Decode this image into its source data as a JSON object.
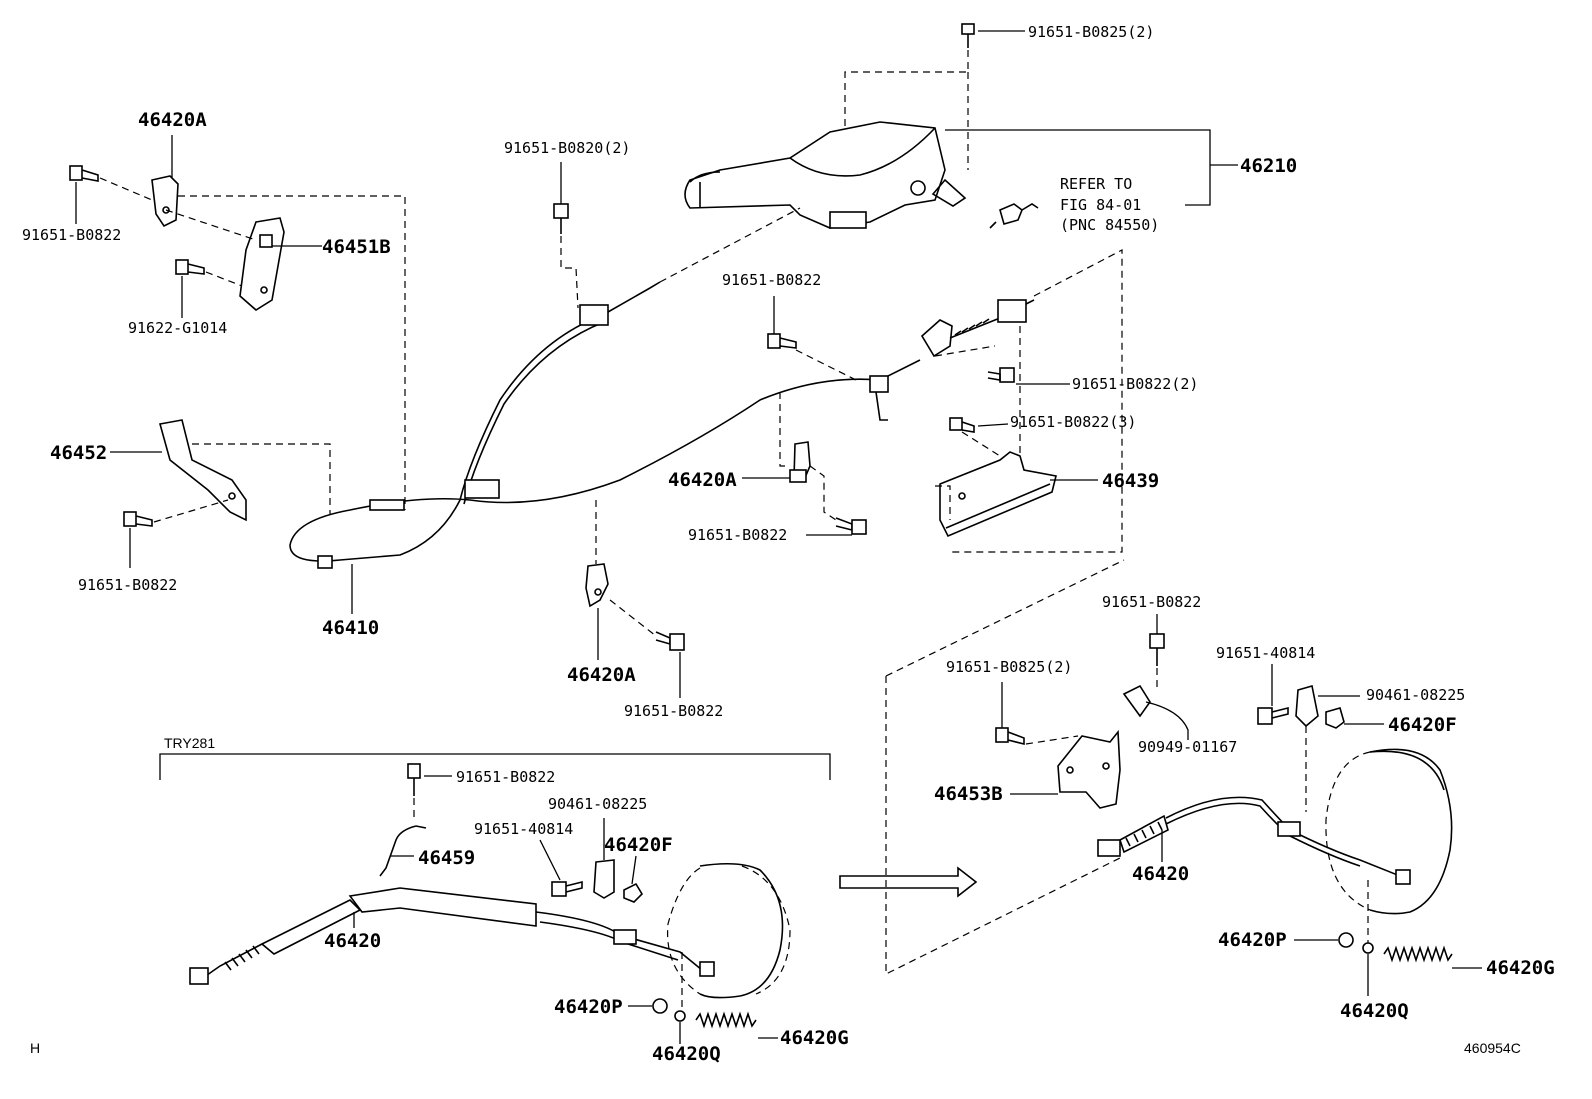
{
  "labels": {
    "top_bolt": "91651-B0825(2)",
    "lever": "46210",
    "refer1": "REFER TO",
    "refer2": "FIG 84-01",
    "refer3": "(PNC 84550)",
    "bracket_top": "46420A",
    "bolt_left1": "91651-B0822",
    "bracket_46451B": "46451B",
    "bolt_91622": "91622-G1014",
    "bolt_b0820": "91651-B0820(2)",
    "bolt_mid": "91651-B0822",
    "bolt_right2": "91651-B0822(2)",
    "bolt_right3": "91651-B0822(3)",
    "bracket_46452": "46452",
    "bolt_left2": "91651-B0822",
    "bracket_mid": "46420A",
    "plate_46439": "46439",
    "bolt_mid2": "91651-B0822",
    "cable_46410": "46410",
    "bracket_low": "46420A",
    "bolt_low": "91651-B0822",
    "try_label": "TRY281",
    "inset_bolt": "91651-B0822",
    "inset_clip_90461": "90461-08225",
    "inset_bolt_40814": "91651-40814",
    "inset_46420F": "46420F",
    "inset_46459": "46459",
    "inset_cable": "46420",
    "inset_46420P": "46420P",
    "inset_46420G": "46420G",
    "inset_46420Q": "46420Q",
    "right_bolt_top": "91651-B0822",
    "right_bolt_b0825": "91651-B0825(2)",
    "right_bolt_40814": "91651-40814",
    "right_clip_90461": "90461-08225",
    "right_46420F": "46420F",
    "right_90949": "90949-01167",
    "right_46453B": "46453B",
    "right_cable": "46420",
    "right_46420P": "46420P",
    "right_46420G": "46420G",
    "right_46420Q": "46420Q",
    "corner_h": "H",
    "figure_id": "460954C"
  }
}
